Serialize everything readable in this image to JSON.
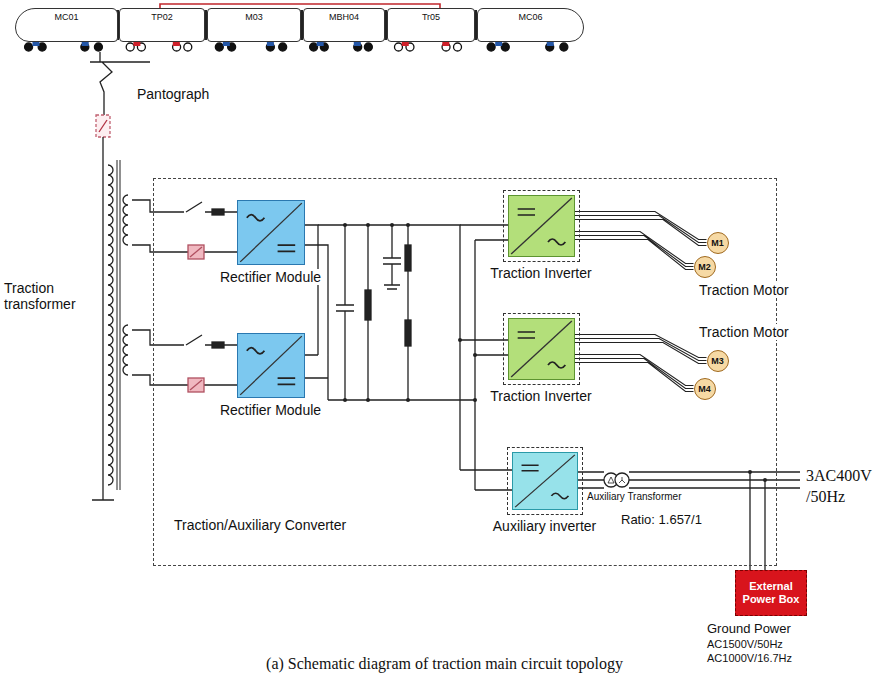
{
  "diagram": {
    "caption": "(a) Schematic diagram of traction main circuit topology",
    "nodes": [
      {
        "text": [
          "MC01"
        ]
      },
      {
        "text": [
          "TP02"
        ]
      },
      {
        "text": [
          "M03"
        ]
      },
      {
        "text": [
          "MBH04"
        ]
      },
      {
        "text": [
          "Tr05"
        ]
      },
      {
        "text": [
          "MC06"
        ]
      },
      {
        "text": [
          "Traction/Auxiliary Converter"
        ]
      },
      {
        "text": [
          "Rectifier Module"
        ],
        "in": 6
      },
      {
        "text": [
          "Rectifier Module"
        ],
        "in": 6
      },
      {
        "text": [
          "Traction Inverter"
        ],
        "in": 6
      },
      {
        "text": [
          "Traction Inverter"
        ],
        "in": 6
      },
      {
        "text": [
          "Auxiliary inverter"
        ],
        "in": 6
      },
      {
        "text": [
          "M1"
        ],
        "in": 6
      },
      {
        "text": [
          "M2"
        ],
        "in": 6
      },
      {
        "text": [
          "M3"
        ],
        "in": 6
      },
      {
        "text": [
          "M4"
        ],
        "in": 6
      },
      {
        "text": [
          "External Power Box"
        ]
      }
    ],
    "edges": [
      {
        "from": 9,
        "to": 12,
        "arrow": "none"
      },
      {
        "from": 9,
        "to": 13,
        "arrow": "none"
      },
      {
        "from": 10,
        "to": 14,
        "arrow": "none"
      },
      {
        "from": 10,
        "to": 15,
        "arrow": "none"
      }
    ],
    "labels": [
      "Pantograph",
      "Traction transformer",
      "Traction Motor",
      "Traction Motor",
      "Auxiliary Transformer",
      "Ratio: 1.657/1",
      "3AC400V /50Hz",
      "Ground Power",
      "AC1500V/50Hz",
      "AC1000V/16.7Hz"
    ]
  }
}
